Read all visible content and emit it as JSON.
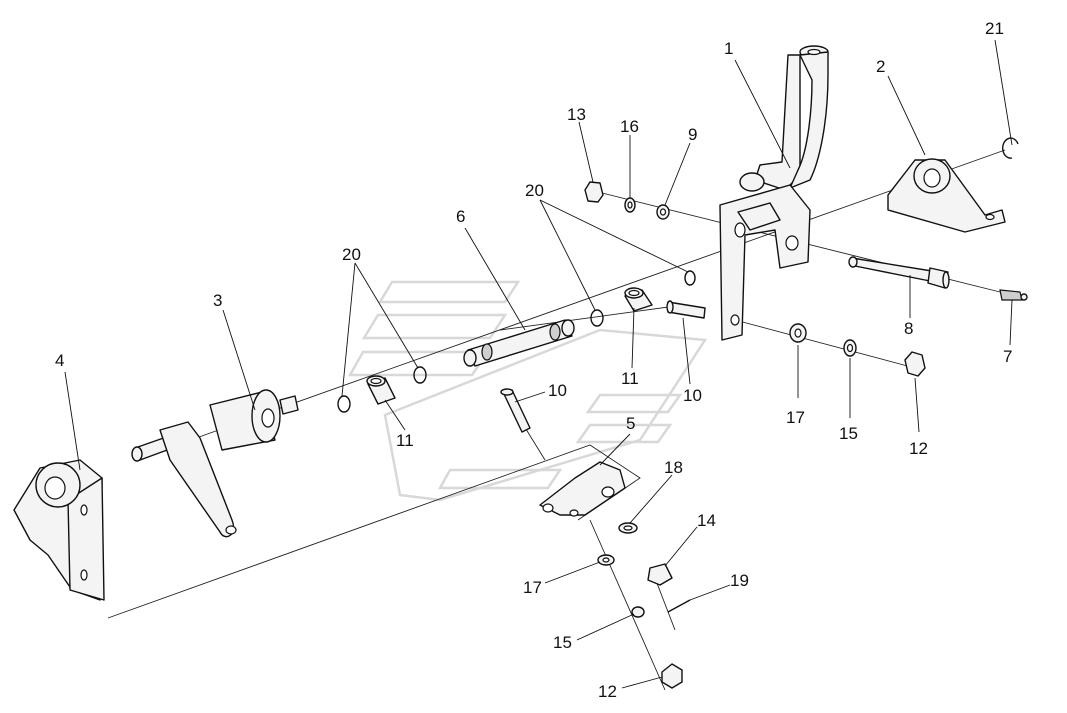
{
  "callouts": {
    "c1": "1",
    "c2": "2",
    "c3": "3",
    "c4": "4",
    "c5": "5",
    "c6": "6",
    "c7": "7",
    "c8": "8",
    "c9": "9",
    "c10a": "10",
    "c10b": "10",
    "c11a": "11",
    "c11b": "11",
    "c12a": "12",
    "c12b": "12",
    "c13": "13",
    "c14": "14",
    "c15a": "15",
    "c15b": "15",
    "c16": "16",
    "c17a": "17",
    "c17b": "17",
    "c18": "18",
    "c19": "19",
    "c20a": "20",
    "c20b": "20",
    "c21": "21"
  }
}
